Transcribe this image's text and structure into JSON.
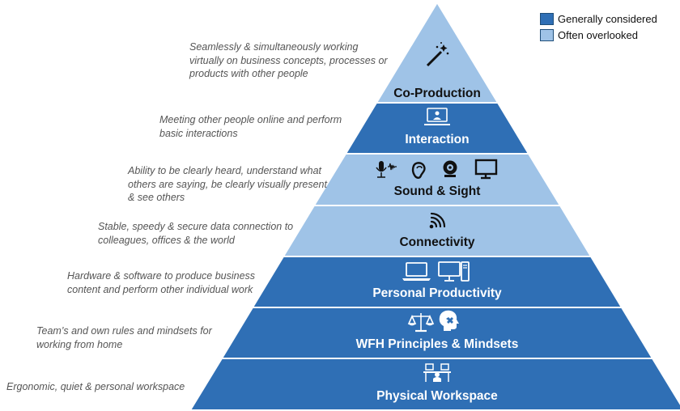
{
  "colors": {
    "dark": "#2f6fb5",
    "light": "#9fc3e7",
    "outline": "#ffffff"
  },
  "legend": [
    {
      "label": "Generally considered",
      "color": "#2f6fb5"
    },
    {
      "label": "Often overlooked",
      "color": "#9fc3e7"
    }
  ],
  "levels": [
    {
      "label": "Co-Production",
      "tone": "light",
      "icons": [
        "magic-wand-icon"
      ],
      "description": "Seamlessly & simultaneously working virtually on business concepts, processes or products with other people"
    },
    {
      "label": "Interaction",
      "tone": "dark",
      "icons": [
        "video-call-icon"
      ],
      "description": "Meeting other people online and perform basic interactions"
    },
    {
      "label": "Sound & Sight",
      "tone": "light",
      "icons": [
        "microphone-icon",
        "ear-icon",
        "webcam-icon",
        "monitor-icon"
      ],
      "description": "Ability to be clearly heard, understand what others are saying, be clearly visually present & see others"
    },
    {
      "label": "Connectivity",
      "tone": "light",
      "icons": [
        "wifi-icon"
      ],
      "description": "Stable, speedy & secure data connection to colleagues, offices & the world"
    },
    {
      "label": "Personal Productivity",
      "tone": "dark",
      "icons": [
        "laptop-icon",
        "desktop-computer-icon"
      ],
      "description": "Hardware & software to produce business content and perform other individual work"
    },
    {
      "label": "WFH Principles & Mindsets",
      "tone": "dark",
      "icons": [
        "scales-icon",
        "head-gears-icon"
      ],
      "description": "Team’s and own rules and mindsets for working from home"
    },
    {
      "label": "Physical Workspace",
      "tone": "dark",
      "icons": [
        "workspace-desk-icon"
      ],
      "description": "Ergonomic, quiet & personal workspace"
    }
  ]
}
